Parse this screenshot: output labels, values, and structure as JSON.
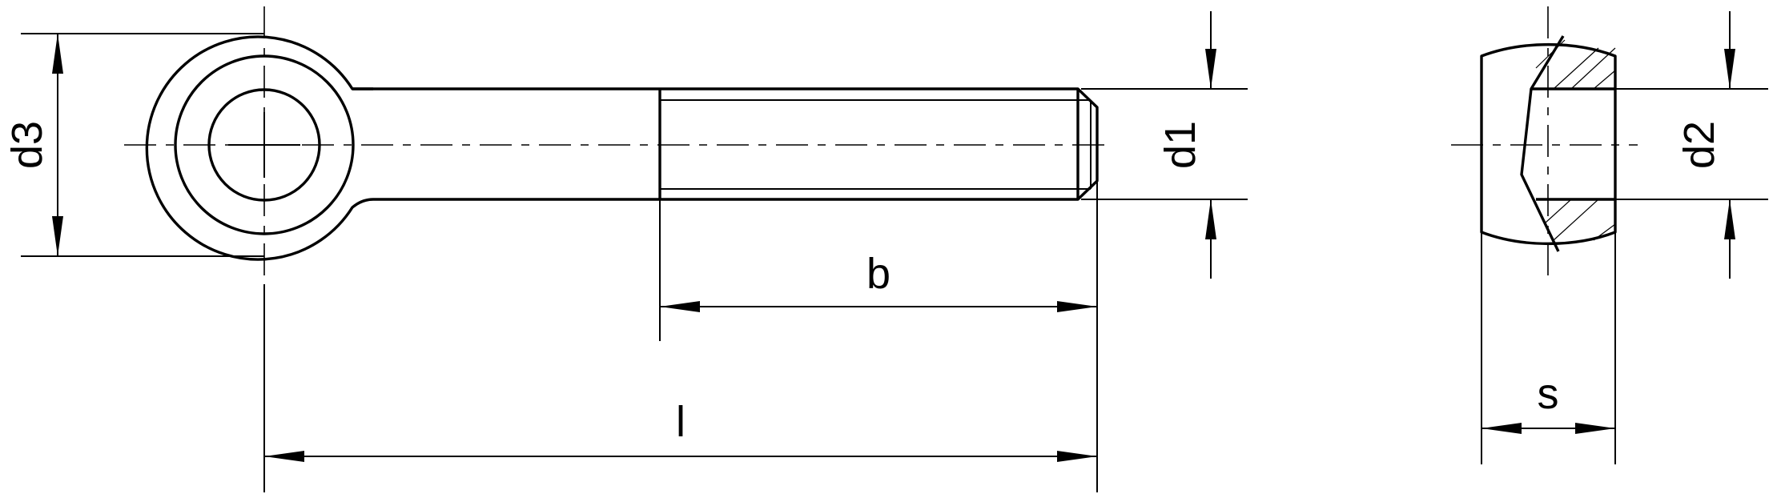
{
  "labels": {
    "d3": "d3",
    "d1": "d1",
    "d2": "d2",
    "b": "b",
    "l": "l",
    "s": "s"
  }
}
